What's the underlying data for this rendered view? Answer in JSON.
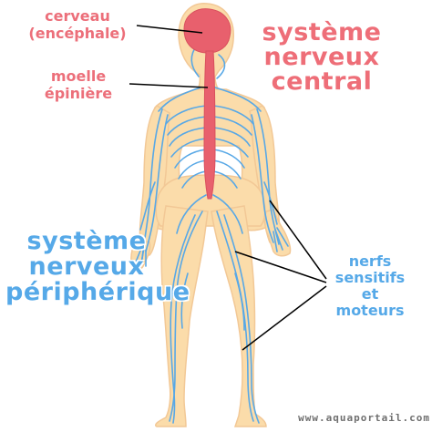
{
  "labels": {
    "brain": [
      "cerveau",
      "(encéphale)"
    ],
    "spinal_cord": [
      "moelle",
      "épinière"
    ],
    "central_system": [
      "système",
      "nerveux",
      "central"
    ],
    "peripheral_system": [
      "système",
      "nerveux",
      "périphérique"
    ],
    "nerves": [
      "nerfs",
      "sensitifs",
      "et",
      "moteurs"
    ]
  },
  "watermark": "www.aquaportail.com",
  "colors": {
    "skin": "#fbdcaa",
    "skin_outline": "#f2c896",
    "nerves": "#58a8e6",
    "central_nervous": "#e8606d",
    "label_pink": "#ee6e78",
    "label_blue": "#56a9e8",
    "leader_line": "#000000"
  }
}
